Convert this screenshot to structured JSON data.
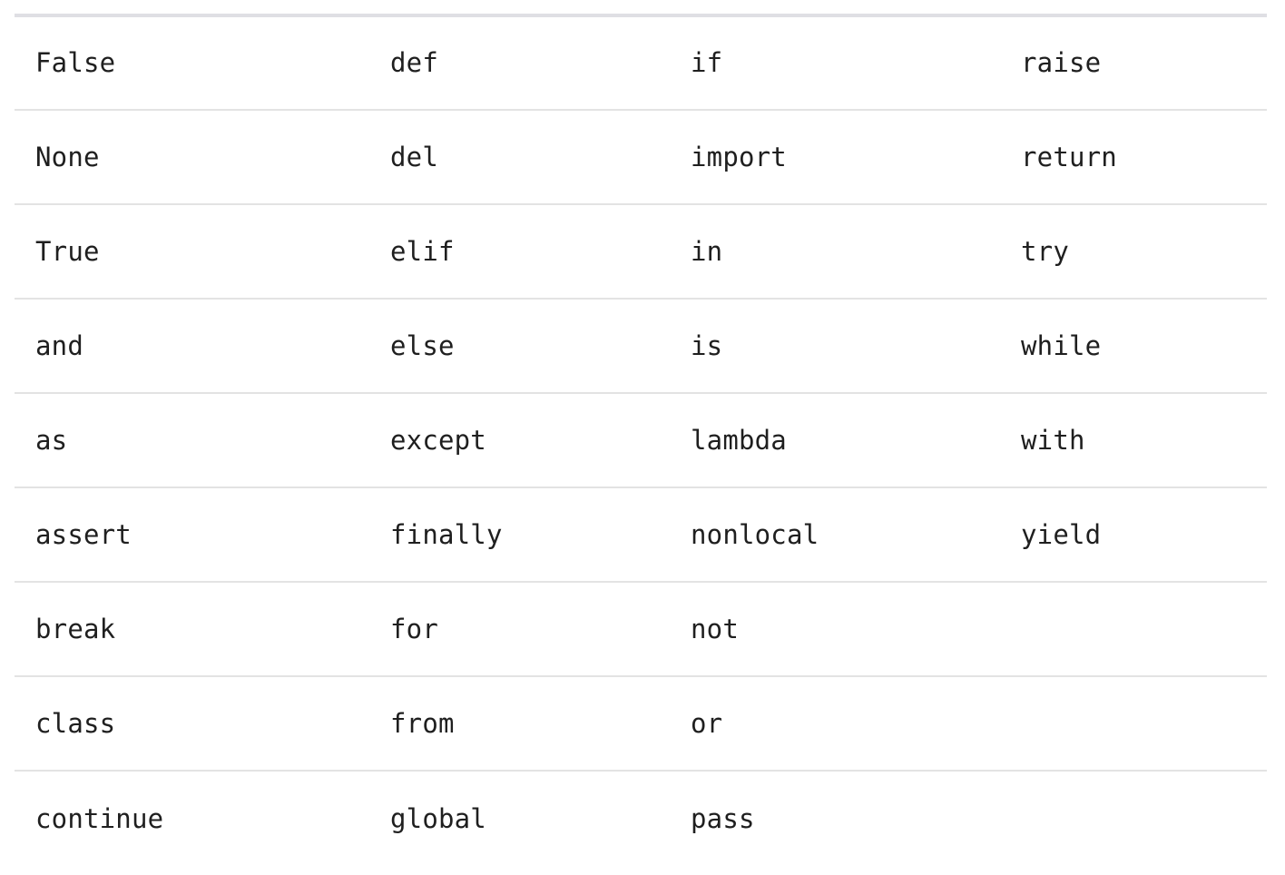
{
  "keywords_table": {
    "rows": [
      [
        "False",
        "def",
        "if",
        "raise"
      ],
      [
        "None",
        "del",
        "import",
        "return"
      ],
      [
        "True",
        "elif",
        "in",
        "try"
      ],
      [
        "and",
        "else",
        "is",
        "while"
      ],
      [
        "as",
        "except",
        "lambda",
        "with"
      ],
      [
        "assert",
        "finally",
        "nonlocal",
        "yield"
      ],
      [
        "break",
        "for",
        "not",
        ""
      ],
      [
        "class",
        "from",
        "or",
        ""
      ],
      [
        "continue",
        "global",
        "pass",
        ""
      ]
    ]
  }
}
